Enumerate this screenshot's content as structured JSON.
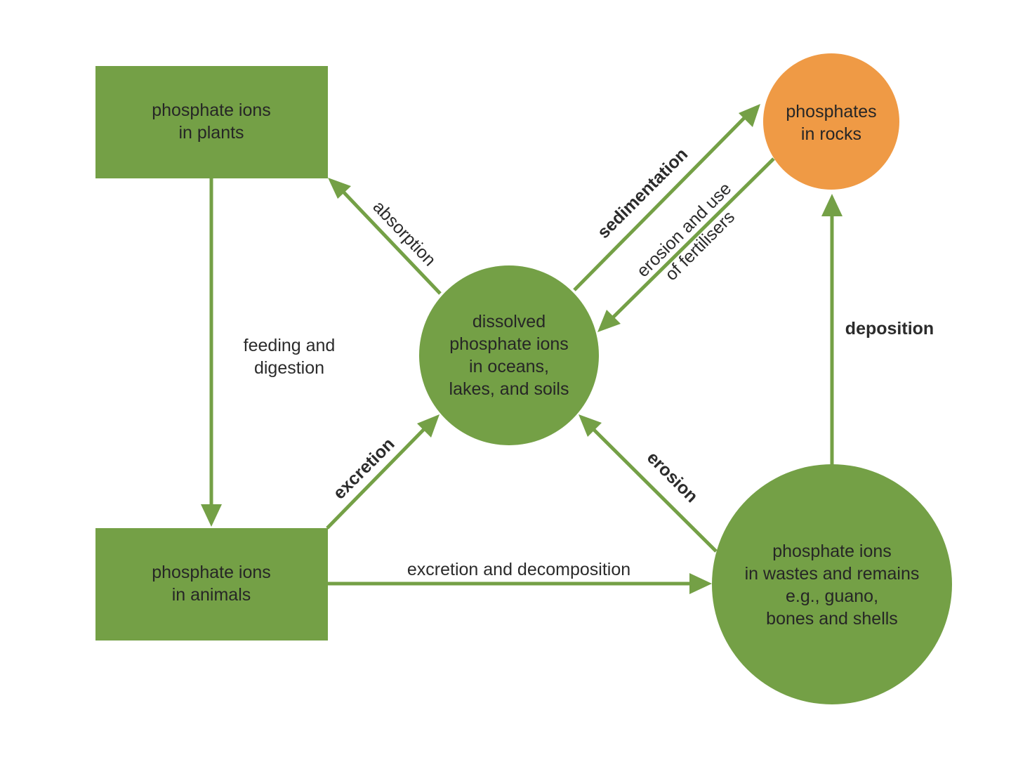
{
  "colors": {
    "node_green": "#74a046",
    "node_orange": "#ef9a45",
    "arrow_green": "#74a046",
    "text": "#262626"
  },
  "nodes": {
    "plants": {
      "line1": "phosphate ions",
      "line2": "in plants"
    },
    "animals": {
      "line1": "phosphate ions",
      "line2": "in animals"
    },
    "dissolved": {
      "line1": "dissolved",
      "line2": "phosphate ions",
      "line3": "in oceans,",
      "line4": "lakes, and soils"
    },
    "rocks": {
      "line1": "phosphates",
      "line2": "in rocks"
    },
    "wastes": {
      "line1": "phosphate ions",
      "line2": "in wastes and remains",
      "line3": "e.g., guano,",
      "line4": "bones and shells"
    }
  },
  "edges": {
    "feeding": {
      "line1": "feeding and",
      "line2": "digestion"
    },
    "absorption": {
      "label": "absorption"
    },
    "sedimentation": {
      "label": "sedimentation"
    },
    "erosion_fertilisers": {
      "line1": "erosion and use",
      "line2": "of fertilisers"
    },
    "deposition": {
      "label": "deposition"
    },
    "excretion": {
      "label": "excretion"
    },
    "erosion": {
      "label": "erosion"
    },
    "excretion_decomposition": {
      "label": "excretion and decomposition"
    }
  }
}
